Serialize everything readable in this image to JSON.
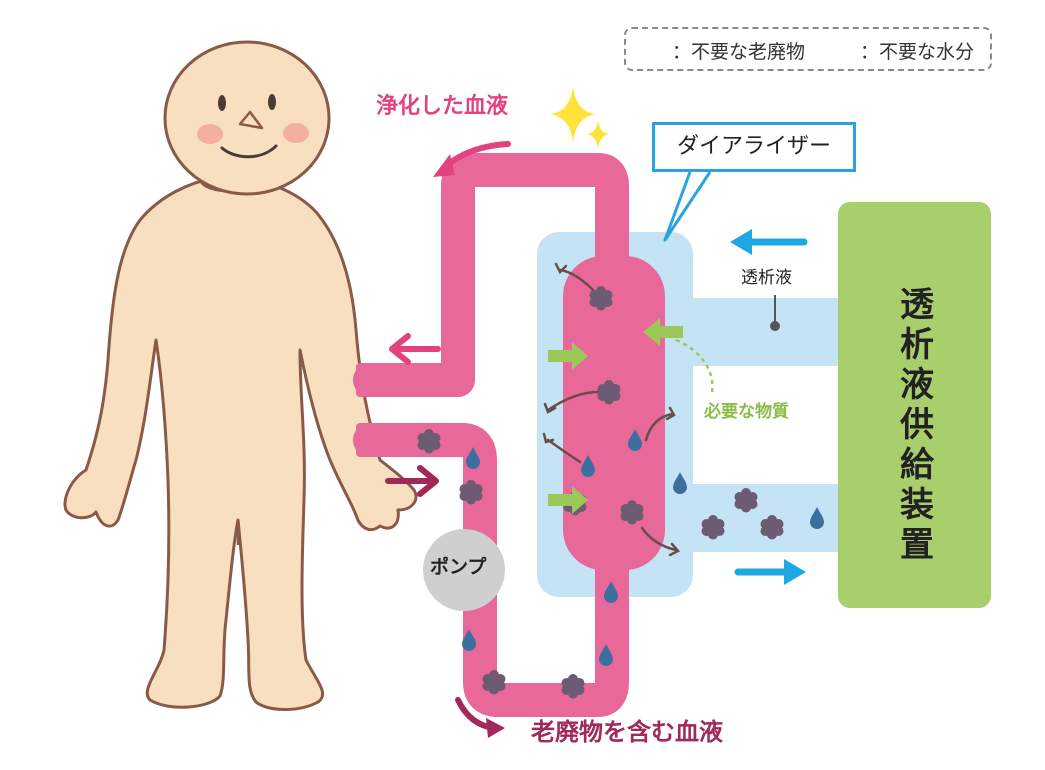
{
  "legend": {
    "waste_label": "：不要な老廃物",
    "water_label": "：不要な水分"
  },
  "labels": {
    "purified_blood": "浄化した血液",
    "waste_blood": "老廃物を含む血液",
    "dialyzer": "ダイアライザー",
    "dialysate": "透析液",
    "necessary_substances": "必要な物質",
    "pump": "ポンプ",
    "supply_device": "透析液供給装置"
  },
  "colors": {
    "blood": "#e8689a",
    "blood_label": "#e2437f",
    "waste_label": "#a0285a",
    "dialysate_fill": "#c4e3f5",
    "dialysate_arrow": "#1fa7e3",
    "supply_box": "#a8cf6c",
    "necessary_arrow": "#9cc85a",
    "waste_particle": "#6d5a73",
    "water_drop": "#3d6f9e",
    "pump": "#cfcfcf",
    "skin": "#f8dfc0",
    "skin_outline": "#8a5a48"
  }
}
